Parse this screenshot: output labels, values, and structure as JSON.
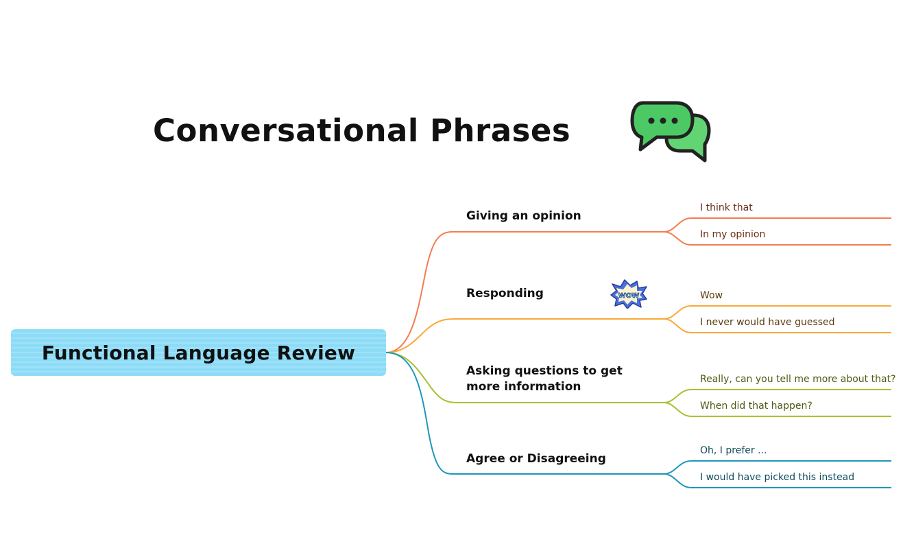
{
  "title": "Conversational Phrases",
  "icons": {
    "title_icon": "speech-bubbles-icon",
    "responding_icon": "wow-sticker-icon"
  },
  "root": {
    "label": "Functional Language Review",
    "color": "#8ddcf7"
  },
  "branches": [
    {
      "label": "Giving an opinion",
      "color": "#f47c4f",
      "text_color": "#6b2e14",
      "leaves": [
        "I think that",
        "In my opinion"
      ]
    },
    {
      "label": "Responding",
      "color": "#f9a93a",
      "text_color": "#5c3c0e",
      "leaves": [
        "Wow",
        "I never would have guessed"
      ]
    },
    {
      "label": "Asking questions to get more information",
      "color": "#a7c22e",
      "text_color": "#4f5a14",
      "leaves": [
        "Really, can you tell me more about that?",
        "When did that happen?"
      ]
    },
    {
      "label": "Agree or Disagreeing",
      "color": "#1e97b8",
      "text_color": "#0f4d5e",
      "leaves": [
        "Oh, I prefer ...",
        "I would have picked this instead"
      ]
    }
  ]
}
